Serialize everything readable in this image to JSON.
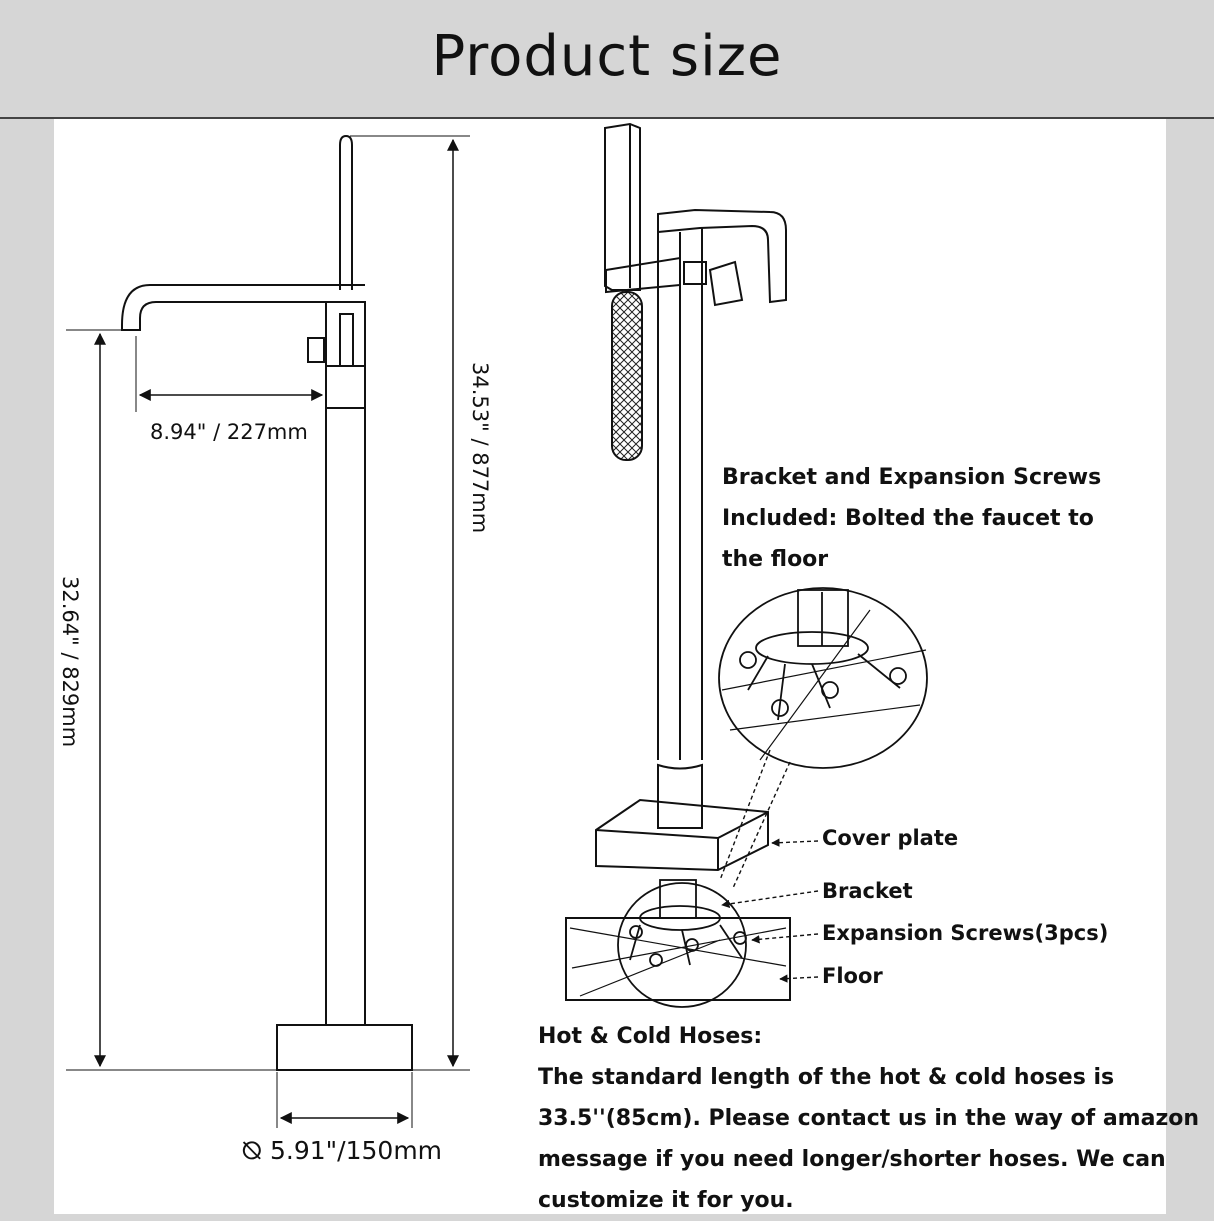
{
  "title": "Product size",
  "dimensions": {
    "spout_reach": "8.94\" / 227mm",
    "total_height": "34.53\" / 877mm",
    "spout_height": "32.64\" / 829mm",
    "base_diameter": "5.91\"/150mm",
    "diameter_symbol": "⦰"
  },
  "bracket_note": {
    "lines": [
      "Bracket and Expansion Screws",
      "Included: Bolted the faucet to",
      "the floor"
    ]
  },
  "parts": {
    "cover_plate": "Cover plate",
    "bracket": "Bracket",
    "expansion_screws": "Expansion Screws(3pcs)",
    "floor": "Floor"
  },
  "hoses_note": {
    "heading": "Hot & Cold Hoses:",
    "lines": [
      "The standard length of the hot & cold hoses is",
      "33.5''(85cm). Please contact us in the way of amazon",
      "message if you need longer/shorter hoses. We can",
      "customize it for you."
    ]
  }
}
